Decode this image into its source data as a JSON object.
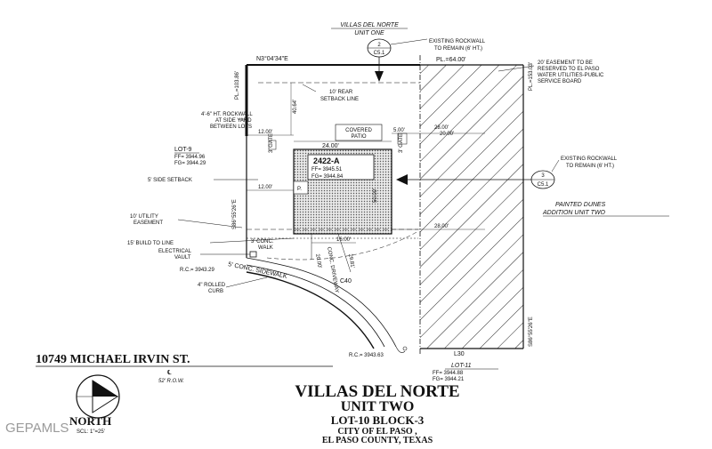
{
  "header": {
    "subdivision_north": "VILLAS DEL NORTE",
    "unit_north": "UNIT ONE"
  },
  "boundary": {
    "north_bearing": "N3°04'34\"E",
    "pl_north": "PL.=64.00'",
    "pl_west": "PL.=103.86'",
    "pl_east": "PL.=153.03'",
    "west_bearing": "S86°55'26\"E",
    "east_bearing": "S86°55'26\"E",
    "l30": "L30",
    "c40": "C40"
  },
  "callouts": {
    "sheet_ref_top_num": "2",
    "sheet_ref_top_sheet": "C5.1",
    "sheet_ref_right_num": "3",
    "sheet_ref_right_sheet": "C5.1",
    "existing_rockwall_top": "EXISTING ROCKWALL",
    "existing_rockwall_top2": "TO REMAIN (6' HT.)",
    "easement_20_1": "20' EASEMENT TO BE",
    "easement_20_2": "RESERVED TO EL PASO",
    "easement_20_3": "WATER UTILITIES-PUBLIC",
    "easement_20_4": "SERVICE BOARD",
    "rear_setback_1": "10' REAR",
    "rear_setback_2": "SETBACK LINE",
    "rockwall_west_1": "4'-6\" HT. ROCKWALL",
    "rockwall_west_2": "AT SIDE YARD",
    "rockwall_west_3": "BETWEEN LOTS",
    "existing_rockwall_right": "EXISTING ROCKWALL",
    "existing_rockwall_right2": "TO REMAIN (6' HT.)",
    "side_setback": "5' SIDE SETBACK",
    "utility_easement_1": "10' UTILITY",
    "utility_easement_2": "EASEMENT",
    "build_to_line": "15' BUILD TO LINE",
    "electrical_vault_1": "ELECTRICAL",
    "electrical_vault_2": "VAULT",
    "conc_walk_1": "3' CONC.",
    "conc_walk_2": "WALK",
    "conc_sidewalk": "5' CONC. SIDEWALK",
    "rc_left": "R.C.= 3943.29",
    "rolled_curb_1": "4\" ROLLED",
    "rolled_curb_2": "CURB",
    "rc_bottom": "R.C.= 3943.63",
    "covered_patio_1": "COVERED",
    "covered_patio_2": "PATIO",
    "gate_left": "3' GATE",
    "gate_right": "3' GATE",
    "conc_driveway": "CONC. DRIVEWAY"
  },
  "lots": {
    "lot9": "LOT-9",
    "lot9_ff": "FF= 3944.96",
    "lot9_fg": "FG= 3944.29",
    "lot11": "LOT-11",
    "lot11_ff": "FF= 3944.88",
    "lot11_fg": "FG= 3944.21",
    "painted_dunes_1": "PAINTED DUNES",
    "painted_dunes_2": "ADDITION UNIT TWO"
  },
  "house": {
    "id": "2422-A",
    "ff": "FF= 3945.51",
    "fg": "FG= 3944.84",
    "width": "24.00'",
    "depth": "50.00'",
    "porch": "P."
  },
  "dimensions": {
    "d_12_top": "12.00'",
    "d_12_bottom": "12.00'",
    "d_5": "5.00'",
    "d_28_top": "28.00'",
    "d_20": "20.00'",
    "d_28_bottom": "28.00'",
    "d_16": "16.00'",
    "d_40": "40.64'",
    "d_20_drive": "20.00'",
    "d_29": "29.81'"
  },
  "street": {
    "address": "10749 MICHAEL IRVIN ST.",
    "centerline": "℄",
    "row": "52' R.O.W."
  },
  "title_block": {
    "line1": "VILLAS DEL NORTE",
    "line2": "UNIT TWO",
    "line3": "LOT-10  BLOCK-3",
    "line4": "CITY OF EL PASO ,",
    "line5": "EL PASO COUNTY, TEXAS"
  },
  "north_arrow": {
    "label": "NORTH",
    "scale": "SCL: 1\"=25'"
  },
  "watermark": "GEPAMLS"
}
